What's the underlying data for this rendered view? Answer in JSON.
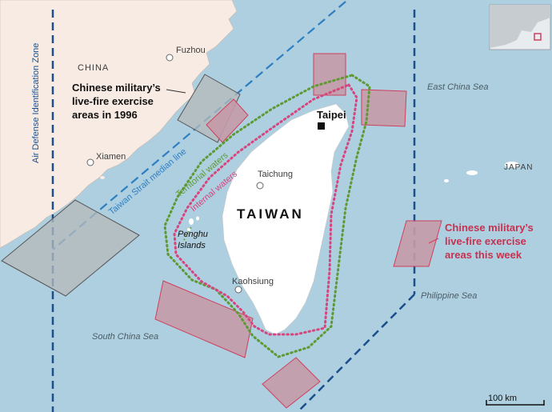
{
  "labels": {
    "china": "CHINA",
    "fuzhou": "Fuzhou",
    "xiamen": "Xiamen",
    "taipei": "Taipei",
    "taichung": "Taichung",
    "kaohsiung": "Kaohsiung",
    "taiwan": "TAIWAN",
    "japan": "JAPAN",
    "penghu_line1": "Penghu",
    "penghu_line2": "Islands",
    "east_china_sea": "East China Sea",
    "south_china_sea": "South China Sea",
    "philippine_sea": "Philippine Sea"
  },
  "line_labels": {
    "adiz": "Air Defense Identification Zone",
    "median_line": "Taiwan Strait median line",
    "territorial_waters": "Territorial waters",
    "internal_waters": "Internal waters"
  },
  "annotations": {
    "areas_1996": [
      "Chinese military’s",
      "live-fire exercise",
      "areas in 1996"
    ],
    "areas_this_week": [
      "Chinese military’s",
      "live-fire exercise",
      "areas this week"
    ]
  },
  "scale_bar": {
    "label": "100 km"
  },
  "colors": {
    "sea": "#aecfe0",
    "land": "#f7ebe4",
    "taiwan_land": "#ffffff",
    "exercise_fill": "#c49aa7",
    "exercise_stroke": "#cf3f5f",
    "zone_1996_fill": "#b5b9bb",
    "adiz_line": "#1a4f8c",
    "median_line": "#2e7fc1",
    "territorial": "#5e9a32",
    "internal": "#d6457e"
  }
}
